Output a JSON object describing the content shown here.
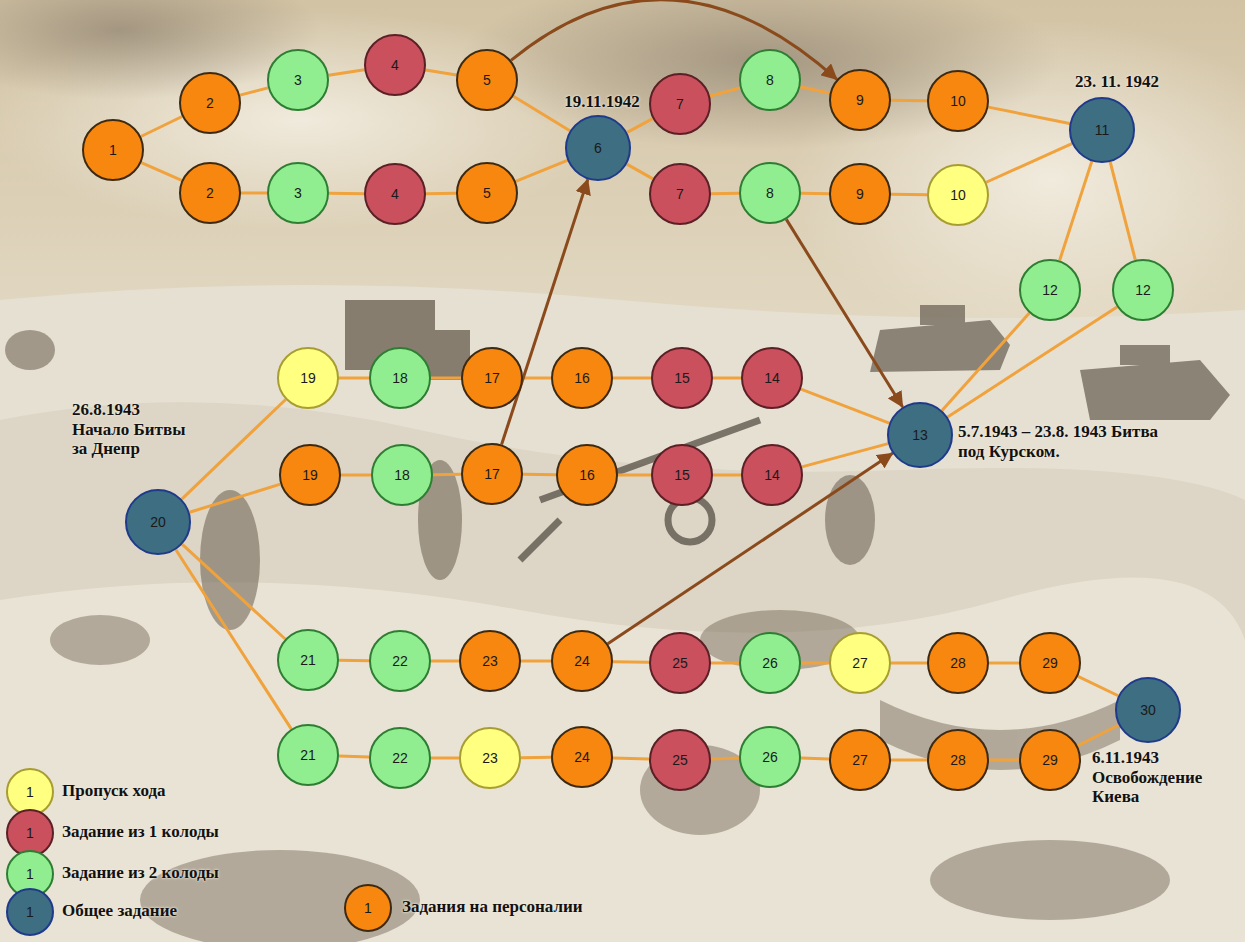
{
  "diagram": {
    "nodes": [
      {
        "text": [
          "1"
        ]
      },
      {
        "text": [
          "2"
        ]
      },
      {
        "text": [
          "3"
        ]
      },
      {
        "text": [
          "4"
        ]
      },
      {
        "text": [
          "5"
        ]
      },
      {
        "text": [
          "2"
        ]
      },
      {
        "text": [
          "3"
        ]
      },
      {
        "text": [
          "4"
        ]
      },
      {
        "text": [
          "5"
        ]
      },
      {
        "text": [
          "6",
          "19.11.1942"
        ]
      },
      {
        "text": [
          "7"
        ]
      },
      {
        "text": [
          "8"
        ]
      },
      {
        "text": [
          "9"
        ]
      },
      {
        "text": [
          "10"
        ]
      },
      {
        "text": [
          "7"
        ]
      },
      {
        "text": [
          "8"
        ]
      },
      {
        "text": [
          "9"
        ]
      },
      {
        "text": [
          "10"
        ]
      },
      {
        "text": [
          "11",
          "23. 11. 1942"
        ]
      },
      {
        "text": [
          "12"
        ]
      },
      {
        "text": [
          "12"
        ]
      },
      {
        "text": [
          "13",
          "5.7.1943 – 23.8. 1943 Битва под Курском."
        ]
      },
      {
        "text": [
          "14"
        ]
      },
      {
        "text": [
          "15"
        ]
      },
      {
        "text": [
          "16"
        ]
      },
      {
        "text": [
          "17"
        ]
      },
      {
        "text": [
          "18"
        ]
      },
      {
        "text": [
          "19"
        ]
      },
      {
        "text": [
          "14"
        ]
      },
      {
        "text": [
          "15"
        ]
      },
      {
        "text": [
          "16"
        ]
      },
      {
        "text": [
          "17"
        ]
      },
      {
        "text": [
          "18"
        ]
      },
      {
        "text": [
          "19"
        ]
      },
      {
        "text": [
          "20",
          "26.8.1943 Начало Битвы за Днепр"
        ]
      },
      {
        "text": [
          "21"
        ]
      },
      {
        "text": [
          "22"
        ]
      },
      {
        "text": [
          "23"
        ]
      },
      {
        "text": [
          "24"
        ]
      },
      {
        "text": [
          "25"
        ]
      },
      {
        "text": [
          "26"
        ]
      },
      {
        "text": [
          "27"
        ]
      },
      {
        "text": [
          "28"
        ]
      },
      {
        "text": [
          "29"
        ]
      },
      {
        "text": [
          "21"
        ]
      },
      {
        "text": [
          "22"
        ]
      },
      {
        "text": [
          "23"
        ]
      },
      {
        "text": [
          "24"
        ]
      },
      {
        "text": [
          "25"
        ]
      },
      {
        "text": [
          "26"
        ]
      },
      {
        "text": [
          "27"
        ]
      },
      {
        "text": [
          "28"
        ]
      },
      {
        "text": [
          "29"
        ]
      },
      {
        "text": [
          "30",
          "6.11.1943 Освобождение Киева"
        ]
      }
    ],
    "edges": [
      {
        "from": 0,
        "to": 1,
        "arrow": "none"
      },
      {
        "from": 0,
        "to": 5,
        "arrow": "none"
      },
      {
        "from": 1,
        "to": 2,
        "arrow": "none"
      },
      {
        "from": 2,
        "to": 3,
        "arrow": "none"
      },
      {
        "from": 3,
        "to": 4,
        "arrow": "none"
      },
      {
        "from": 4,
        "to": 9,
        "arrow": "none"
      },
      {
        "from": 5,
        "to": 6,
        "arrow": "none"
      },
      {
        "from": 6,
        "to": 7,
        "arrow": "none"
      },
      {
        "from": 7,
        "to": 8,
        "arrow": "none"
      },
      {
        "from": 8,
        "to": 9,
        "arrow": "none"
      },
      {
        "from": 9,
        "to": 10,
        "arrow": "none"
      },
      {
        "from": 9,
        "to": 14,
        "arrow": "none"
      },
      {
        "from": 10,
        "to": 11,
        "arrow": "none"
      },
      {
        "from": 11,
        "to": 12,
        "arrow": "none"
      },
      {
        "from": 12,
        "to": 13,
        "arrow": "none"
      },
      {
        "from": 13,
        "to": 18,
        "arrow": "none"
      },
      {
        "from": 14,
        "to": 15,
        "arrow": "none"
      },
      {
        "from": 15,
        "to": 16,
        "arrow": "none"
      },
      {
        "from": 16,
        "to": 17,
        "arrow": "none"
      },
      {
        "from": 17,
        "to": 18,
        "arrow": "none"
      },
      {
        "from": 18,
        "to": 19,
        "arrow": "none"
      },
      {
        "from": 18,
        "to": 20,
        "arrow": "none"
      },
      {
        "from": 19,
        "to": 21,
        "arrow": "none"
      },
      {
        "from": 20,
        "to": 21,
        "arrow": "none"
      },
      {
        "from": 21,
        "to": 22,
        "arrow": "none"
      },
      {
        "from": 21,
        "to": 28,
        "arrow": "none"
      },
      {
        "from": 22,
        "to": 23,
        "arrow": "none"
      },
      {
        "from": 23,
        "to": 24,
        "arrow": "none"
      },
      {
        "from": 24,
        "to": 25,
        "arrow": "none"
      },
      {
        "from": 25,
        "to": 26,
        "arrow": "none"
      },
      {
        "from": 26,
        "to": 27,
        "arrow": "none"
      },
      {
        "from": 27,
        "to": 34,
        "arrow": "none"
      },
      {
        "from": 28,
        "to": 29,
        "arrow": "none"
      },
      {
        "from": 29,
        "to": 30,
        "arrow": "none"
      },
      {
        "from": 30,
        "to": 31,
        "arrow": "none"
      },
      {
        "from": 31,
        "to": 32,
        "arrow": "none"
      },
      {
        "from": 32,
        "to": 33,
        "arrow": "none"
      },
      {
        "from": 33,
        "to": 34,
        "arrow": "none"
      },
      {
        "from": 34,
        "to": 35,
        "arrow": "none"
      },
      {
        "from": 34,
        "to": 44,
        "arrow": "none"
      },
      {
        "from": 35,
        "to": 36,
        "arrow": "none"
      },
      {
        "from": 36,
        "to": 37,
        "arrow": "none"
      },
      {
        "from": 37,
        "to": 38,
        "arrow": "none"
      },
      {
        "from": 38,
        "to": 39,
        "arrow": "none"
      },
      {
        "from": 39,
        "to": 40,
        "arrow": "none"
      },
      {
        "from": 40,
        "to": 41,
        "arrow": "none"
      },
      {
        "from": 41,
        "to": 42,
        "arrow": "none"
      },
      {
        "from": 42,
        "to": 43,
        "arrow": "none"
      },
      {
        "from": 43,
        "to": 53,
        "arrow": "none"
      },
      {
        "from": 44,
        "to": 45,
        "arrow": "none"
      },
      {
        "from": 45,
        "to": 46,
        "arrow": "none"
      },
      {
        "from": 46,
        "to": 47,
        "arrow": "none"
      },
      {
        "from": 47,
        "to": 48,
        "arrow": "none"
      },
      {
        "from": 48,
        "to": 49,
        "arrow": "none"
      },
      {
        "from": 49,
        "to": 50,
        "arrow": "none"
      },
      {
        "from": 50,
        "to": 51,
        "arrow": "none"
      },
      {
        "from": 51,
        "to": 52,
        "arrow": "none"
      },
      {
        "from": 52,
        "to": 53,
        "arrow": "none"
      },
      {
        "from": 4,
        "to": 12,
        "arrow": "to"
      },
      {
        "from": 31,
        "to": 9,
        "arrow": "to"
      },
      {
        "from": 15,
        "to": 21,
        "arrow": "to"
      },
      {
        "from": 38,
        "to": 21,
        "arrow": "to"
      }
    ],
    "labels": [
      "1",
      "1",
      "1",
      "1",
      "1"
    ],
    "legend": [
      {
        "text": "Пропуск хода",
        "color": "#ffff80"
      },
      {
        "text": "Задание из 1 колоды",
        "color": "#c9505c"
      },
      {
        "text": "Задание из 2 колоды",
        "color": "#90ee90"
      },
      {
        "text": "Общее задание",
        "color": "#3e6e82"
      },
      {
        "text": "Задания на персоналии",
        "color": "#f7870f"
      }
    ]
  }
}
